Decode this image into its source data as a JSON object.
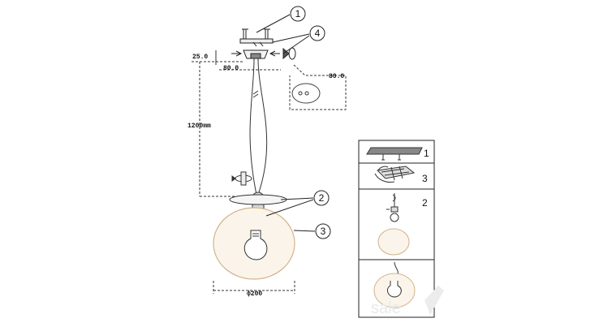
{
  "callouts": {
    "c1": "1",
    "c4": "4",
    "c2": "2",
    "c3": "3"
  },
  "dimensions": {
    "offset": "25.0",
    "canopy_width": "80.0",
    "canopy_detail": "80.0",
    "cable_length": "1200mm",
    "shade_diameter": "ф200"
  },
  "steps": [
    {
      "number": "1",
      "icon": "ceiling-bracket-icon"
    },
    {
      "number": "3",
      "icon": "wiring-connection-icon"
    },
    {
      "number": "2",
      "icon": "bulb-install-icon"
    },
    {
      "number": "",
      "icon": "assembled-lamp-icon"
    }
  ],
  "watermark": "sale",
  "colors": {
    "line": "#222222",
    "shade_stroke": "#d2b48c",
    "dashed": "#333333",
    "watermark": "#e9e9e9"
  }
}
